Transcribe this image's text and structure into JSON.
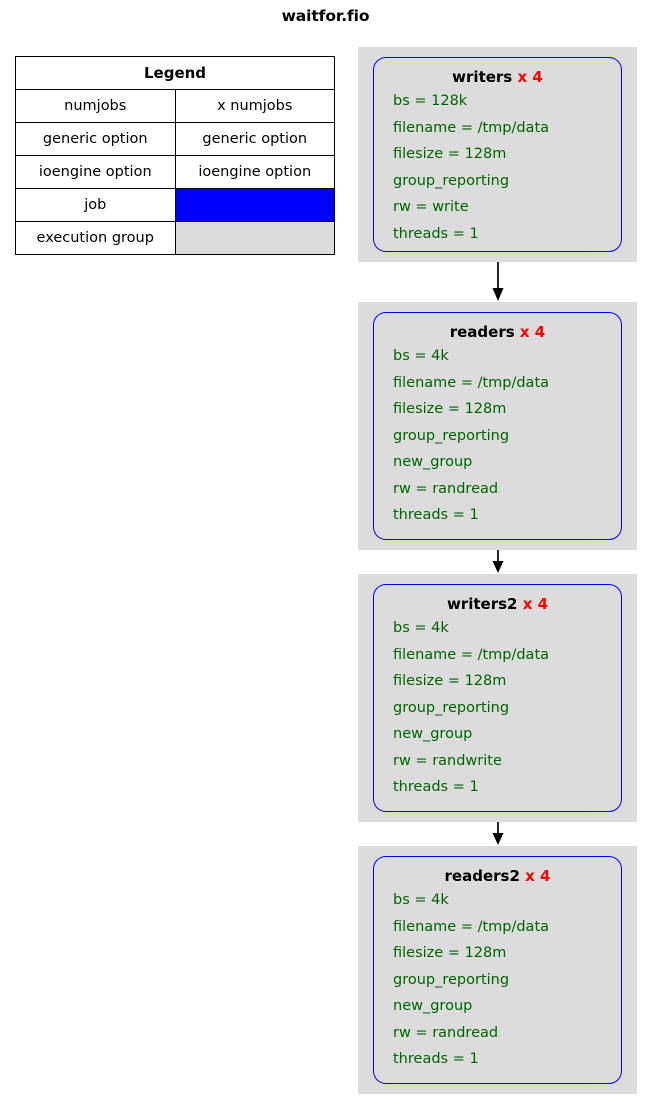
{
  "title": "waitfor.fio",
  "legend": {
    "header": "Legend",
    "rows": [
      {
        "name": "numjobs",
        "sample": "x numjobs",
        "style": "numjobs"
      },
      {
        "name": "generic option",
        "sample": "generic option",
        "style": "generic"
      },
      {
        "name": "ioengine option",
        "sample": "ioengine option",
        "style": "ioengine"
      },
      {
        "name": "job",
        "sample": "",
        "style": "job"
      },
      {
        "name": "execution group",
        "sample": "",
        "style": "group"
      }
    ]
  },
  "colors": {
    "numjobs": "#ff0000",
    "generic_option": "#006400",
    "ioengine_option": "#0000ff",
    "job_box_border": "#0000ff",
    "job_swatch": "#0000ff",
    "execution_group": "#dcdcdc",
    "text": "#000000",
    "background": "#ffffff"
  },
  "groups": [
    {
      "job": {
        "name": "writers",
        "numjobs": "x 4",
        "options": [
          "bs = 128k",
          "filename = /tmp/data",
          "filesize = 128m",
          "group_reporting",
          "rw = write",
          "threads = 1"
        ]
      }
    },
    {
      "job": {
        "name": "readers",
        "numjobs": "x 4",
        "options": [
          "bs = 4k",
          "filename = /tmp/data",
          "filesize = 128m",
          "group_reporting",
          "new_group",
          "rw = randread",
          "threads = 1"
        ]
      }
    },
    {
      "job": {
        "name": "writers2",
        "numjobs": "x 4",
        "options": [
          "bs = 4k",
          "filename = /tmp/data",
          "filesize = 128m",
          "group_reporting",
          "new_group",
          "rw = randwrite",
          "threads = 1"
        ]
      }
    },
    {
      "job": {
        "name": "readers2",
        "numjobs": "x 4",
        "options": [
          "bs = 4k",
          "filename = /tmp/data",
          "filesize = 128m",
          "group_reporting",
          "new_group",
          "rw = randread",
          "threads = 1"
        ]
      }
    }
  ],
  "edges": [
    {
      "from": "writers",
      "to": "readers"
    },
    {
      "from": "readers",
      "to": "writers2"
    },
    {
      "from": "writers2",
      "to": "readers2"
    }
  ]
}
